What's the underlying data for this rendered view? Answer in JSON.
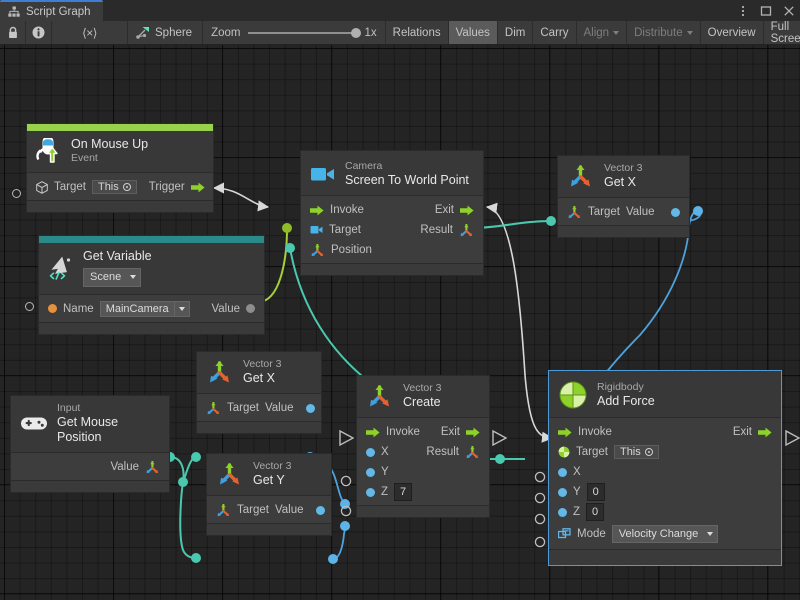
{
  "window": {
    "tab_label": "Script Graph",
    "tab_icon": "graph-icon",
    "menu_icon": "kebab-menu-icon",
    "maximize_icon": "maximize-icon",
    "close_icon": "close-icon"
  },
  "toolbar": {
    "lock_icon": "lock-icon",
    "info_icon": "info-icon",
    "code_icon": "code-icon",
    "breadcrumb_label": "Sphere",
    "breadcrumb_icon": "script-graph-icon",
    "zoom_label": "Zoom",
    "zoom_value": "1x",
    "buttons": [
      {
        "label": "Relations",
        "active": false,
        "dim": false
      },
      {
        "label": "Values",
        "active": true,
        "dim": false
      },
      {
        "label": "Dim",
        "active": false,
        "dim": false
      },
      {
        "label": "Carry",
        "active": false,
        "dim": false
      },
      {
        "label": "Align",
        "active": false,
        "dim": true,
        "caret": true
      },
      {
        "label": "Distribute",
        "active": false,
        "dim": true,
        "caret": true
      },
      {
        "label": "Overview",
        "active": false,
        "dim": false
      },
      {
        "label": "Full Screen",
        "active": false,
        "dim": false
      }
    ]
  },
  "graph": {
    "nodes": [
      {
        "id": "on-mouse-up",
        "subtitle": "On Mouse Up",
        "title": "Event",
        "icon": "mouse-up-icon",
        "accent": "#98d14a",
        "rows": [
          {
            "port_in": "target",
            "label": "Target",
            "control": "This",
            "port_out": "Trigger"
          }
        ]
      },
      {
        "id": "get-variable",
        "subtitle": "Get Variable",
        "title": "Scene",
        "icon": "variable-icon",
        "accent": "#2a8a8a",
        "rows": [
          {
            "label": "Name",
            "value": "MainCamera",
            "out_label": "Value"
          }
        ]
      },
      {
        "id": "screen-to-world-point",
        "subtitle": "Camera",
        "title": "Screen To World Point",
        "icon": "camera-icon",
        "rows": [
          {
            "left": "Invoke",
            "right": "Exit"
          },
          {
            "left": "Target",
            "right": "Result"
          },
          {
            "left": "Position"
          }
        ]
      },
      {
        "id": "vector3-get-x-top",
        "subtitle": "Vector 3",
        "title": "Get X",
        "icon": "vector3-icon",
        "rows": [
          {
            "left": "Target",
            "right": "Value"
          }
        ]
      },
      {
        "id": "input-get-mouse-position",
        "subtitle": "Input",
        "title": "Get Mouse Position",
        "icon": "gamepad-icon",
        "rows": [
          {
            "right": "Value"
          }
        ]
      },
      {
        "id": "vector3-get-x-mid",
        "subtitle": "Vector 3",
        "title": "Get X",
        "icon": "vector3-icon",
        "rows": [
          {
            "left": "Target",
            "right": "Value"
          }
        ]
      },
      {
        "id": "vector3-get-y",
        "subtitle": "Vector 3",
        "title": "Get Y",
        "icon": "vector3-icon",
        "rows": [
          {
            "left": "Target",
            "right": "Value"
          }
        ]
      },
      {
        "id": "vector3-create",
        "subtitle": "Vector 3",
        "title": "Create",
        "icon": "vector3-icon",
        "rows": [
          {
            "left": "Invoke",
            "right": "Exit"
          },
          {
            "left": "X",
            "right": "Result"
          },
          {
            "left": "Y"
          },
          {
            "left": "Z",
            "value": "7"
          }
        ]
      },
      {
        "id": "rigidbody-add-force",
        "subtitle": "Rigidbody",
        "title": "Add Force",
        "icon": "rigidbody-icon",
        "selected": true,
        "rows": [
          {
            "left": "Invoke",
            "right": "Exit"
          },
          {
            "left": "Target",
            "control": "This"
          },
          {
            "left": "X"
          },
          {
            "left": "Y",
            "value": "0"
          },
          {
            "left": "Z",
            "value": "0"
          },
          {
            "left": "Mode",
            "dropdown": "Velocity Change"
          }
        ]
      }
    ]
  },
  "labels": {
    "target": "Target",
    "trigger": "Trigger",
    "name": "Name",
    "value": "Value",
    "invoke": "Invoke",
    "exit": "Exit",
    "result": "Result",
    "position": "Position",
    "x": "X",
    "y": "Y",
    "z": "Z",
    "mode": "Mode",
    "this": "This"
  },
  "colors": {
    "flow_green": "#98d14a",
    "value_blue": "#63b8e8",
    "value_teal": "#48c8b0",
    "wire_white": "#d8d8d8",
    "selection": "#4e9bd8",
    "event_accent": "#98d14a",
    "variable_accent": "#2a8a8a"
  }
}
